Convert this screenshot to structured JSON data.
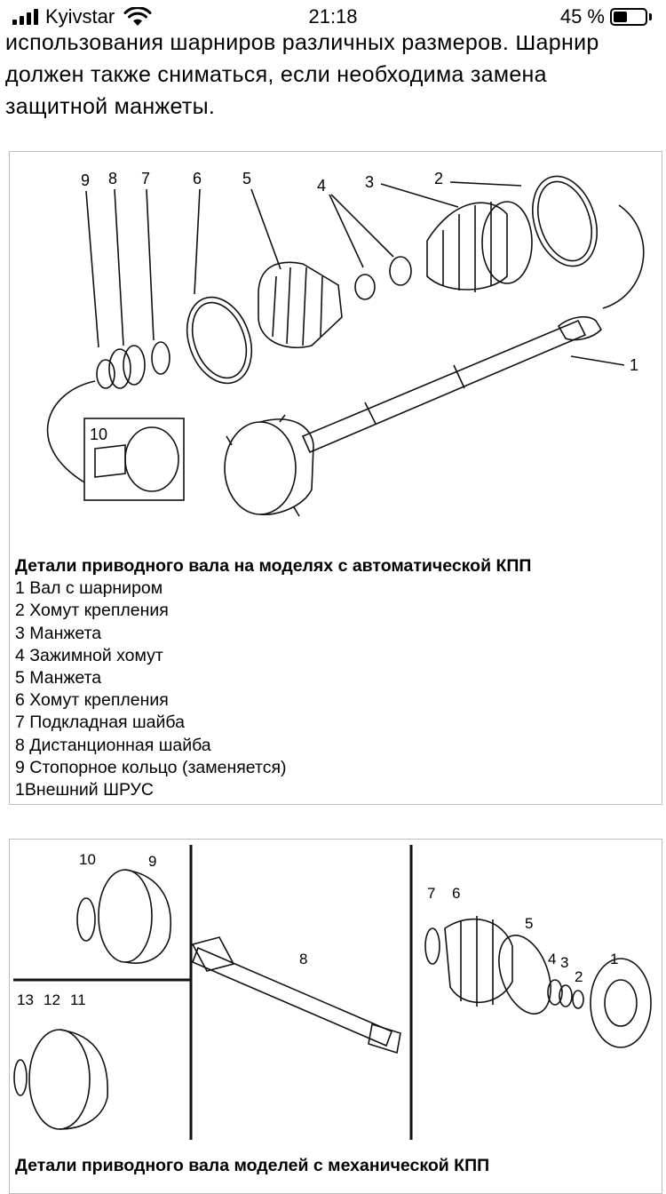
{
  "status_bar": {
    "carrier": "Kyivstar",
    "time": "21:18",
    "battery_percent": "45 %",
    "battery_level": 0.45
  },
  "article": {
    "intro_lines": [
      "использования шарниров различных размеров. Шарнир",
      "должен также сниматься, если необходима замена",
      "защитной манжеты."
    ]
  },
  "figure1": {
    "callouts": [
      "1",
      "2",
      "3",
      "4",
      "5",
      "6",
      "7",
      "8",
      "9",
      "10"
    ],
    "caption_title": "Детали приводного вала на моделях с автоматической КПП",
    "parts": [
      "1 Вал с шарниром",
      "2 Хомут крепления",
      "3 Манжета",
      "4 Зажимной хомут",
      "5 Манжета",
      "6 Хомут крепления",
      "7 Подкладная шайба",
      "8 Дистанционная шайба",
      "9 Стопорное кольцо (заменяется)",
      "1Внешний ШРУС"
    ]
  },
  "figure2": {
    "callouts": [
      "10",
      "9",
      "13",
      "12",
      "11",
      "8",
      "7",
      "6",
      "5",
      "4",
      "3",
      "2",
      "1"
    ],
    "caption_title": "Детали приводного вала моделей с механической КПП"
  }
}
